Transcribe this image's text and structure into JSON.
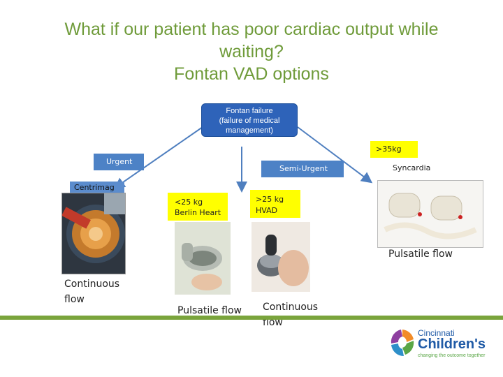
{
  "title": {
    "line1": "What if our patient has poor cardiac output while",
    "line2": "waiting?",
    "line3": "Fontan VAD options"
  },
  "root": {
    "line1": "Fontan failure",
    "line2": "(failure of medical",
    "line3": "management)"
  },
  "branches": {
    "urgent": "Urgent",
    "semi_urgent": "Semi-Urgent",
    "weight_35": ">35kg",
    "syncardia": "Syncardia",
    "centrimag": "Centrimag",
    "under25_line1": "<25 kg",
    "under25_line2": "Berlin Heart",
    "over25_line1": ">25 kg",
    "over25_line2": "HVAD"
  },
  "captions": {
    "continuous_left_1": "Continuous",
    "continuous_left_2": "flow",
    "pulsatile_mid": "Pulsatile flow",
    "continuous_right_1": "Continuous",
    "continuous_right_2": "flow",
    "pulsatile_right": "Pulsatile flow"
  },
  "logo": {
    "line1": "Cincinnati",
    "line2": "Children's",
    "tagline": "changing the outcome together"
  },
  "colors": {
    "title": "#6f9b3a",
    "root_box": "#2e63b9",
    "label_blue": "#4d82c6",
    "label_yellow": "#ffff00",
    "arrow": "#4f7fbf",
    "bottom_bar": "#7aa43c",
    "logo_blue": "#1f5aa6"
  }
}
